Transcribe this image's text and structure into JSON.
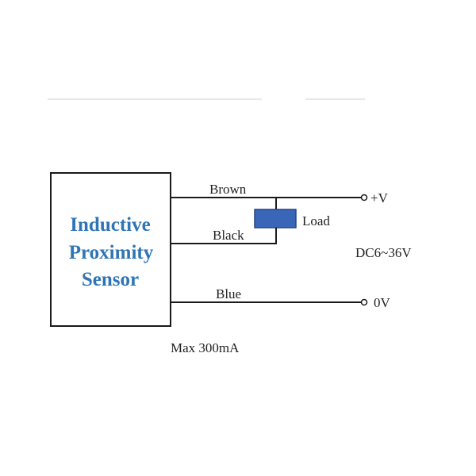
{
  "sensor": {
    "line1": "Inductive",
    "line2": "Proximity",
    "line3": "Sensor"
  },
  "wires": {
    "brown": "Brown",
    "black": "Black",
    "blue": "Blue"
  },
  "load": {
    "label": "Load"
  },
  "terminals": {
    "positive": "+V",
    "zero": "0V"
  },
  "supply": {
    "voltage": "DC6~36V"
  },
  "rating": {
    "max_current": "Max 300mA"
  },
  "colors": {
    "title_blue": "#2f75b5",
    "load_fill": "#3a66b8",
    "line": "#1a1a1a",
    "faint_rule": "#e6e6e6"
  }
}
